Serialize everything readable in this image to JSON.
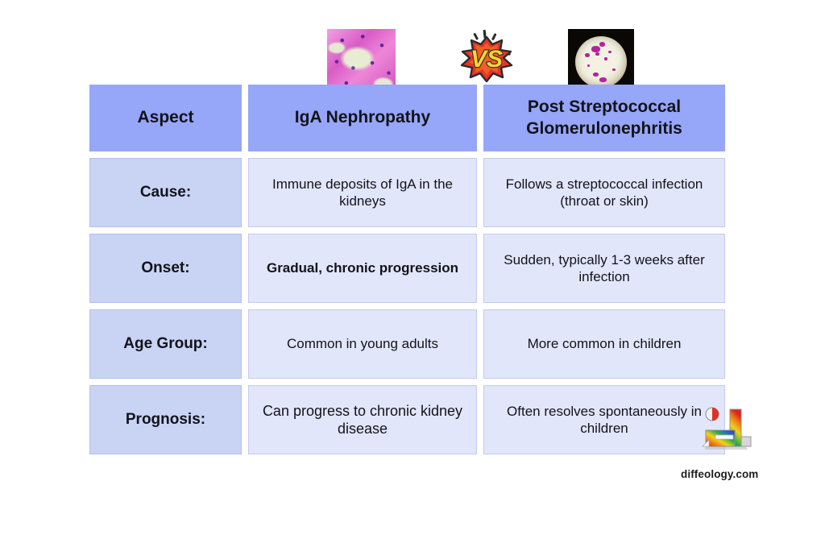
{
  "page": {
    "background": "#ffffff",
    "watermark": "diffeology.com"
  },
  "media": {
    "left_image": {
      "name": "iga-nephropathy-histology-thumbnail",
      "alt": "kidney biopsy histology slide, pink H&E stain"
    },
    "vs_badge": {
      "name": "versus-badge",
      "label": "VS",
      "burst_color": "#e8322a",
      "text_color": "#ffd233"
    },
    "right_image": {
      "name": "post-streptococcal-microscopy-thumbnail",
      "alt": "microscopy field with magenta stained specks on dark background"
    }
  },
  "table": {
    "columns": [
      "Aspect",
      "IgA Nephropathy",
      "Post Streptococcal Glomerulonephritis"
    ],
    "header": {
      "aspect": "Aspect",
      "col_a": "IgA Nephropathy",
      "col_b_line1": "Post Streptococcal",
      "col_b_line2": "Glomerulonephritis",
      "background": "#96a6f8"
    },
    "rows": [
      {
        "aspect": "Cause:",
        "col_a": "Immune deposits of IgA in the kidneys",
        "col_b": "Follows a streptococcal infection (throat or skin)"
      },
      {
        "aspect": "Onset:",
        "col_a": "Gradual, chronic progression",
        "col_b": "Sudden, typically 1-3 weeks after infection"
      },
      {
        "aspect": "Age Group:",
        "col_a": "Common in young adults",
        "col_b": "More common in children"
      },
      {
        "aspect": "Prognosis:",
        "col_a": "Can progress to chronic kidney disease",
        "col_b": "Often resolves spontaneously in children"
      }
    ],
    "colors": {
      "header_bg": "#96a6f8",
      "aspect_cell_bg": "#c9d4f5",
      "value_cell_bg": "#e2e6fa",
      "cell_border": "#c3cbee",
      "text": "#12131a"
    }
  }
}
